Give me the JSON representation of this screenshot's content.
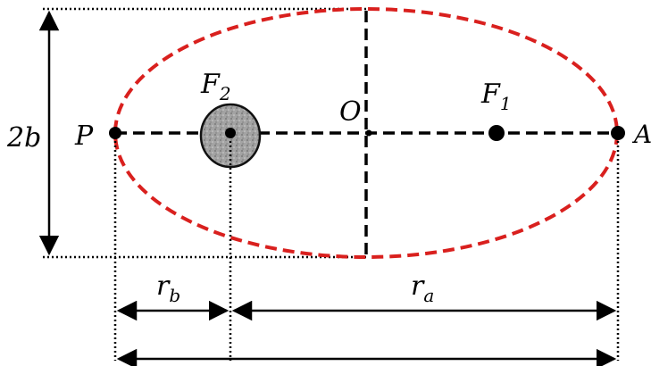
{
  "diagram": {
    "labels": {
      "height": "2b",
      "perihelion": "P",
      "aphelion": "A",
      "center": "O",
      "focus2_main": "F",
      "focus2_sub": "2",
      "focus1_main": "F",
      "focus1_sub": "1",
      "rb_main": "r",
      "rb_sub": "b",
      "ra_main": "r",
      "ra_sub": "a",
      "bottom_length": "..."
    },
    "colors": {
      "ellipse": "#d9201e",
      "lines": "#000000",
      "body_fill": "#9a9a9a",
      "body_stroke": "#111111"
    }
  }
}
